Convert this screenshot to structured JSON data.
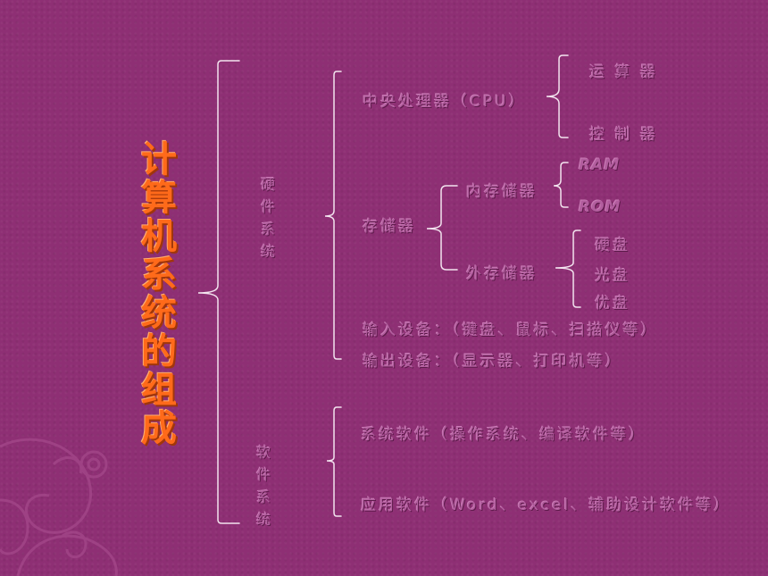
{
  "title": "计算机系统的组成",
  "hardware": {
    "label": "硬件系统",
    "cpu": {
      "label": "中央处理器（CPU）",
      "children": [
        "运 算 器",
        "控 制 器"
      ]
    },
    "storage": {
      "label": "存储器",
      "internal": {
        "label": "内存储器",
        "children": [
          "RAM",
          "ROM"
        ]
      },
      "external": {
        "label": "外存储器",
        "children": [
          "硬盘",
          "光盘",
          "优盘"
        ]
      }
    },
    "input": "输入设备：（键盘、鼠标、扫描仪等）",
    "output": "输出设备：（显示器、打印机等）"
  },
  "software": {
    "label": "软件系统",
    "system": "系统软件（操作系统、编译软件等）",
    "application": "应用软件（Word、excel、辅助设计软件等）"
  },
  "colors": {
    "background": "#8e2f74",
    "title": "#ff6a1a",
    "text": "#b25d9e",
    "bracket": "#f3e4ef"
  }
}
